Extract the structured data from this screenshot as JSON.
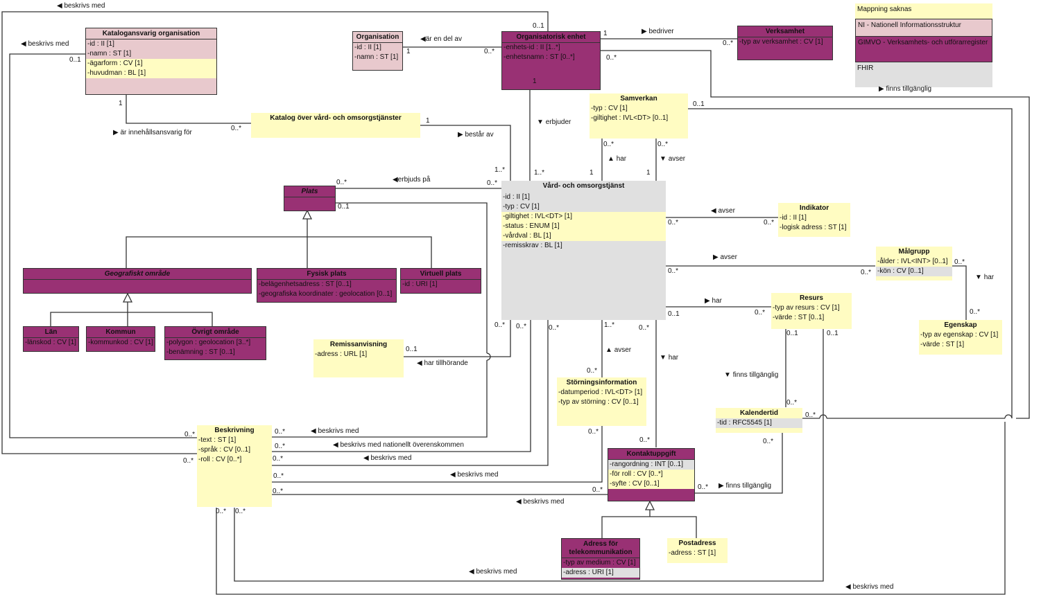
{
  "diagram": {
    "type": "UML class diagram",
    "colors": {
      "purple": "#993174",
      "pink": "#e8c9cd",
      "yellow": "#fffcc2",
      "gray": "#e0e0e0",
      "line": "#333333"
    },
    "legend": {
      "items": [
        {
          "label": "Mappning saknas",
          "color": "#fffcc2"
        },
        {
          "label": "NI - Nationell Informationsstruktur",
          "color": "#e8c9cd"
        },
        {
          "label": "GIMVO - Verksamhets- och utförarregister",
          "color": "#993174"
        },
        {
          "label": "FHIR",
          "color": "#e0e0e0"
        }
      ]
    },
    "classes": {
      "katalogansvarig": {
        "name": "Katalogansvarig organisation",
        "attrs": [
          "-id : II [1]",
          "-namn : ST [1]",
          "-ägarform : CV [1]",
          "-huvudman : BL [1]"
        ]
      },
      "organisation": {
        "name": "Organisation",
        "attrs": [
          "-id : II [1]",
          "-namn : ST [1]"
        ]
      },
      "orgenhet": {
        "name": "Organisatorisk enhet",
        "attrs": [
          "-enhets-id : II [1..*]",
          "-enhetsnamn : ST [0..*]"
        ]
      },
      "verksamhet": {
        "name": "Verksamhet",
        "attrs": [
          "-typ av verksamhet : CV [1]"
        ]
      },
      "katalog": {
        "name": "Katalog över vård- och omsorgstjänster",
        "attrs": []
      },
      "samverkan": {
        "name": "Samverkan",
        "attrs": [
          "-typ : CV [1]",
          "-giltighet : IVL<DT> [0..1]"
        ]
      },
      "plats": {
        "name": "Plats",
        "attrs": []
      },
      "vardtjanst": {
        "name": "Vård- och omsorgstjänst",
        "attrs": [
          "-id : II [1]",
          "-typ : CV [1]",
          "-giltighet : IVL<DT> [1]",
          "-status : ENUM [1]",
          "-vårdval : BL [1]",
          "-remisskrav : BL [1]"
        ]
      },
      "indikator": {
        "name": "Indikator",
        "attrs": [
          "-id : II [1]",
          "-logisk adress : ST [1]"
        ]
      },
      "malgrupp": {
        "name": "Målgrupp",
        "attrs": [
          "-ålder : IVL<INT> [0..1]",
          "-kön : CV [0..1]"
        ]
      },
      "geografiskt": {
        "name": "Geografiskt område",
        "attrs": []
      },
      "fysisk": {
        "name": "Fysisk plats",
        "attrs": [
          "-belägenhetsadress : ST [0..1]",
          "-geografiska koordinater : geolocation [0..1]"
        ]
      },
      "virtuell": {
        "name": "Virtuell plats",
        "attrs": [
          "-id : URI [1]"
        ]
      },
      "resurs": {
        "name": "Resurs",
        "attrs": [
          "-typ av resurs : CV [1]",
          "-värde : ST [0..1]"
        ]
      },
      "egenskap": {
        "name": "Egenskap",
        "attrs": [
          "-typ av egenskap : CV [1]",
          "-värde : ST [1]"
        ]
      },
      "lan": {
        "name": "Län",
        "attrs": [
          "-länskod : CV [1]"
        ]
      },
      "kommun": {
        "name": "Kommun",
        "attrs": [
          "-kommunkod : CV [1]"
        ]
      },
      "ovrigt": {
        "name": "Övrigt område",
        "attrs": [
          "-polygon : geolocation [3..*]",
          "-benämning : ST [0..1]"
        ]
      },
      "remiss": {
        "name": "Remissanvisning",
        "attrs": [
          "-adress : URL [1]"
        ]
      },
      "storning": {
        "name": "Störningsinformation",
        "attrs": [
          "-datumperiod : IVL<DT> [1]",
          "-typ av störning : CV [0..1]"
        ]
      },
      "kalendertid": {
        "name": "Kalendertid",
        "attrs": [
          "-tid : RFC5545 [1]"
        ]
      },
      "beskrivning": {
        "name": "Beskrivning",
        "attrs": [
          "-text : ST [1]",
          "-språk : CV [0..1]",
          "-roll : CV [0..*]"
        ]
      },
      "kontakt": {
        "name": "Kontaktuppgift",
        "attrs": [
          "-rangordning : INT [0..1]",
          "-för roll : CV [0..*]",
          "-syfte : CV [0..1]"
        ]
      },
      "telekom": {
        "name": "Adress för telekommunikation",
        "attrs": [
          "-typ av medium : CV [1]",
          "-adress : URI [1]"
        ]
      },
      "postadress": {
        "name": "Postadress",
        "attrs": [
          "-adress : ST [1]"
        ]
      }
    },
    "association_labels": [
      {
        "id": "a1",
        "text": "beskrivs med",
        "dir": "left"
      },
      {
        "id": "a2",
        "text": "beskrivs med",
        "dir": "left"
      },
      {
        "id": "a3",
        "text": "är en del av",
        "dir": "left"
      },
      {
        "id": "a4",
        "text": "bedriver",
        "dir": "right"
      },
      {
        "id": "a5",
        "text": "finns tillgänglig",
        "dir": "right"
      },
      {
        "id": "a6",
        "text": "är innehållsansvarig för",
        "dir": "right"
      },
      {
        "id": "a7",
        "text": "består av",
        "dir": "right"
      },
      {
        "id": "a8",
        "text": "erbjuder",
        "dir": "down"
      },
      {
        "id": "a9",
        "text": "har",
        "dir": "up"
      },
      {
        "id": "a10",
        "text": "avser",
        "dir": "down"
      },
      {
        "id": "a11",
        "text": "erbjuds på",
        "dir": "left"
      },
      {
        "id": "a12",
        "text": "avser",
        "dir": "left"
      },
      {
        "id": "a13",
        "text": "avser",
        "dir": "right"
      },
      {
        "id": "a14",
        "text": "har",
        "dir": "down"
      },
      {
        "id": "a15",
        "text": "har",
        "dir": "right"
      },
      {
        "id": "a16",
        "text": "har tillhörande",
        "dir": "left"
      },
      {
        "id": "a17",
        "text": "avser",
        "dir": "up"
      },
      {
        "id": "a18",
        "text": "har",
        "dir": "down"
      },
      {
        "id": "a19",
        "text": "finns tillgänglig",
        "dir": "down"
      },
      {
        "id": "a20",
        "text": "beskrivs med",
        "dir": "left"
      },
      {
        "id": "a21",
        "text": "beskrivs med nationellt överenskommen",
        "dir": "left"
      },
      {
        "id": "a22",
        "text": "beskrivs med",
        "dir": "left"
      },
      {
        "id": "a23",
        "text": "beskrivs med",
        "dir": "left"
      },
      {
        "id": "a24",
        "text": "finns tillgänglig",
        "dir": "right"
      },
      {
        "id": "a25",
        "text": "beskrivs med",
        "dir": "left"
      },
      {
        "id": "a26",
        "text": "beskrivs med",
        "dir": "left"
      },
      {
        "id": "a27",
        "text": "beskrivs med",
        "dir": "left"
      }
    ],
    "multiplicities": [
      "0..1",
      "0..1",
      "1",
      "0..*",
      "1",
      "0..*",
      "0..*",
      "1",
      "0..*",
      "1",
      "0..1",
      "1..*",
      "1",
      "0..*",
      "0..*",
      "1",
      "1",
      "1..*",
      "0..*",
      "0..1",
      "0..*",
      "0..*",
      "0..*",
      "0..*",
      "0..*",
      "0..*",
      "0..1",
      "0..*",
      "0..*",
      "0..*",
      "0..*",
      "0..1",
      "0..*",
      "1..*",
      "0..*",
      "0..1",
      "0..1",
      "0..*",
      "0..*",
      "0..*",
      "0..*",
      "0..*",
      "0..*",
      "0..*",
      "0..*",
      "0..*",
      "0..*",
      "0..*",
      "0..*",
      "0..*",
      "0..*",
      "0..*",
      "0..*",
      "0..*",
      "0..*"
    ]
  }
}
